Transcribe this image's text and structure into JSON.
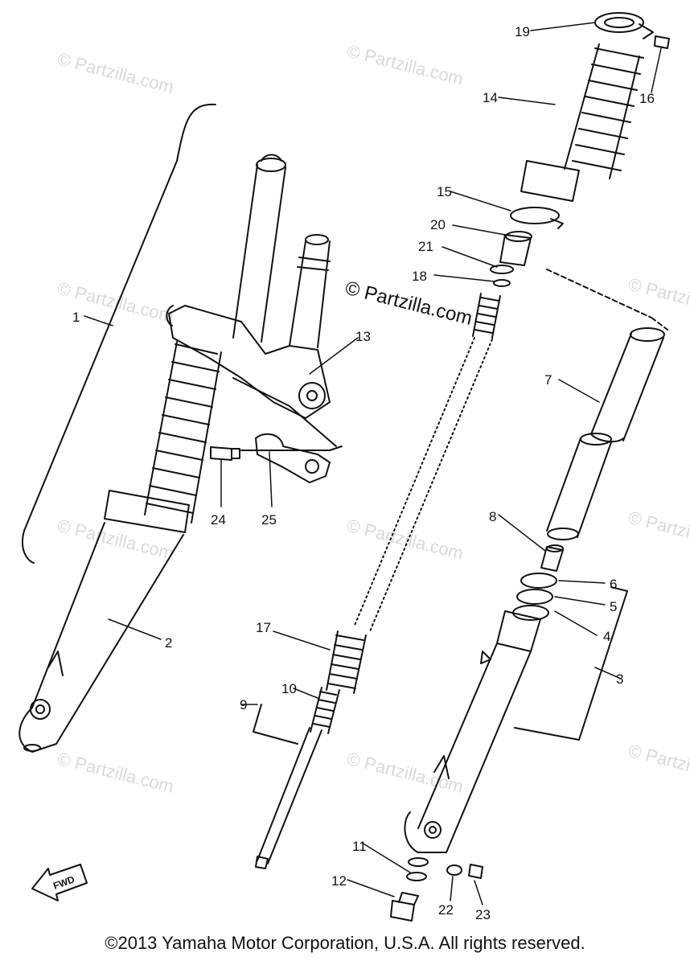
{
  "watermark_text": "© Partzilla.com",
  "center_watermark": "© Partzilla.com",
  "fwd_label": "FWD",
  "copyright": "©2013 Yamaha Motor Corporation, U.S.A. All rights reserved.",
  "callouts": {
    "c1": "1",
    "c2": "2",
    "c3": "3",
    "c4": "4",
    "c5": "5",
    "c6": "6",
    "c7": "7",
    "c8": "8",
    "c9": "9",
    "c10": "10",
    "c11": "11",
    "c12": "12",
    "c13": "13",
    "c14": "14",
    "c15": "15",
    "c16": "16",
    "c17": "17",
    "c18": "18",
    "c19": "19",
    "c20": "20",
    "c21": "21",
    "c22": "22",
    "c23": "23",
    "c24": "24",
    "c25": "25"
  }
}
